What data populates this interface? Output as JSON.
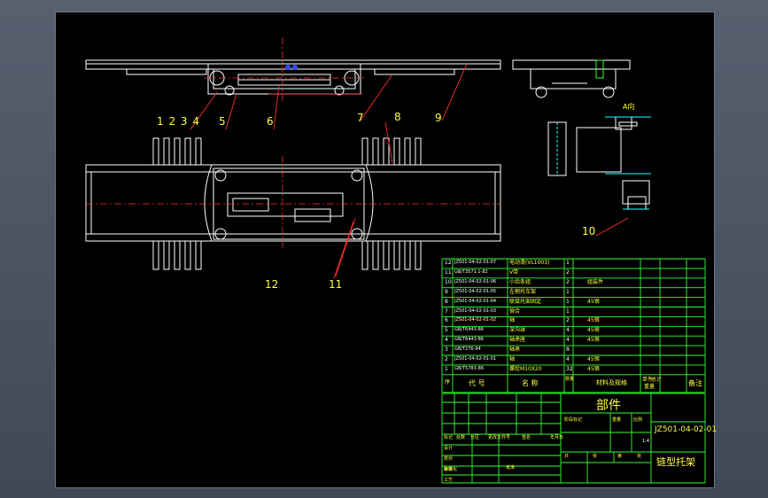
{
  "callouts": [
    "1 2 3 4",
    "5",
    "6",
    "7",
    "8",
    "9",
    "10",
    "11",
    "12"
  ],
  "detail_view_label": "A向",
  "bom_rows": [
    {
      "seq": "12",
      "code": "JZ501-04-02-01-07",
      "name": "电动滑(VL1003)",
      "qty": "1",
      "material": ""
    },
    {
      "seq": "11",
      "code": "GB/T3571.1-82",
      "name": "V带",
      "qty": "2",
      "material": ""
    },
    {
      "seq": "10",
      "code": "JZ501-04-02-01-06",
      "name": "小齿条组",
      "qty": "2",
      "material": "组装件"
    },
    {
      "seq": "9",
      "code": "JZ501-04-02-01-05",
      "name": "左侧托车架",
      "qty": "1",
      "material": ""
    },
    {
      "seq": "8",
      "code": "JZ501-04-02-01-04",
      "name": "联接托架固定",
      "qty": "1",
      "material": "45钢"
    },
    {
      "seq": "7",
      "code": "JZ501-04-02-01-03",
      "name": "铆合",
      "qty": "1",
      "material": ""
    },
    {
      "seq": "6",
      "code": "JZ501-04-02-01-02",
      "name": "轴",
      "qty": "2",
      "material": "45钢"
    },
    {
      "seq": "5",
      "code": "GB/T6443-86",
      "name": "深沟球",
      "qty": "4",
      "material": "45钢"
    },
    {
      "seq": "4",
      "code": "GB/T6443-86",
      "name": "轴承座",
      "qty": "4",
      "material": "45钢"
    },
    {
      "seq": "3",
      "code": "GB/T276-94",
      "name": "轴承",
      "qty": "8",
      "material": ""
    },
    {
      "seq": "2",
      "code": "JZ501-04-02-01-01",
      "name": "轴",
      "qty": "4",
      "material": "45钢"
    },
    {
      "seq": "1",
      "code": "GB/T5783-86",
      "name": "螺栓M10X20",
      "qty": "32",
      "material": "45钢"
    }
  ],
  "bom_header": {
    "seq": "序",
    "code": "代 号",
    "name": "名 称",
    "qty": "数量",
    "material": "材料及规格",
    "unit_weight": "单件",
    "total_weight": "总计",
    "weight_label": "重量",
    "remark": "备注"
  },
  "title_block": {
    "doc_type": "部件",
    "drawing_number": "JZ501-04-02-01",
    "drawing_name": "链型托架",
    "scale": "1:4",
    "row_labels": [
      "标记",
      "处数",
      "分区",
      "更改文件号",
      "签名",
      "年月日"
    ],
    "sign_labels": [
      "设计",
      "校对",
      "审核",
      "工艺"
    ],
    "stage_label": "阶段标记",
    "weight_label": "重量",
    "scale_label": "比例",
    "sheet_labels": [
      "共",
      "张",
      "第",
      "张"
    ],
    "approve_label": "批准",
    "std_label": "标准化"
  }
}
